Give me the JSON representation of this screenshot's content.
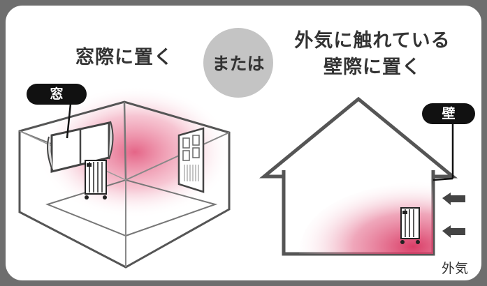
{
  "option_window": "窓際に置く",
  "connector": "または",
  "option_wall_line1": "外気に触れている",
  "option_wall_line2": "壁際に置く",
  "label_window": "窓",
  "label_wall": "壁",
  "label_outside_air": "外気",
  "colors": {
    "frame": "#6e6e6e",
    "warm_zone": "#e04a72",
    "circle": "#c4c4c4",
    "label_bg": "#111111",
    "arrow": "#444444"
  }
}
